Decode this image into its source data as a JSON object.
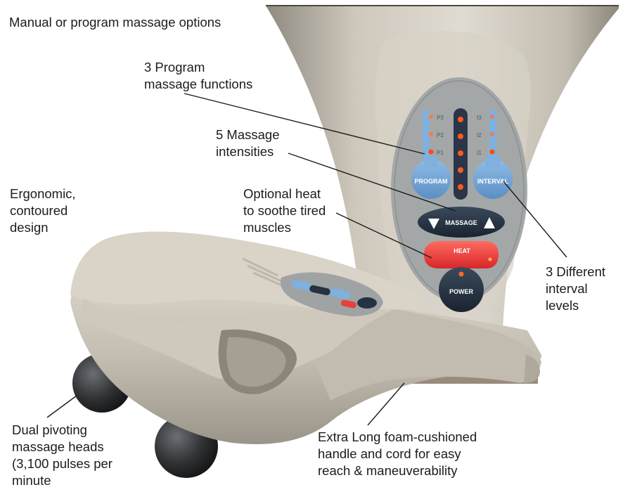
{
  "headline": "Manual or program massage options",
  "callouts": {
    "program_functions": [
      "3 Program",
      "massage functions"
    ],
    "intensities": [
      "5 Massage",
      "intensities"
    ],
    "heat": [
      "Optional heat",
      "to soothe tired",
      "muscles"
    ],
    "ergonomic": [
      "Ergonomic,",
      "contoured",
      "design"
    ],
    "interval": [
      "3 Different",
      "interval",
      "levels"
    ],
    "heads": [
      "Dual pivoting",
      "massage heads",
      "(3,100 pulses per",
      "minute"
    ],
    "handle": [
      "Extra Long foam-cushioned",
      "handle and cord  for easy",
      "reach & maneuverability"
    ]
  },
  "control_panel": {
    "program_leds": [
      "P3",
      "P2",
      "P1"
    ],
    "interval_leds": [
      "I3",
      "I2",
      "I1"
    ],
    "program_button": "PROGRAM",
    "interval_button": "INTERVAL",
    "massage_button": "MASSAGE",
    "heat_button": "HEAT",
    "power_button": "POWER",
    "intensity_led_count": 5
  },
  "colors": {
    "device_body": "#c9c3b8",
    "panel_bg": "#9fa4a5",
    "button_blue": "#6fa3d4",
    "button_dark": "#243242",
    "heat_red": "#e8403c",
    "led_on": "#ff5a1e"
  }
}
